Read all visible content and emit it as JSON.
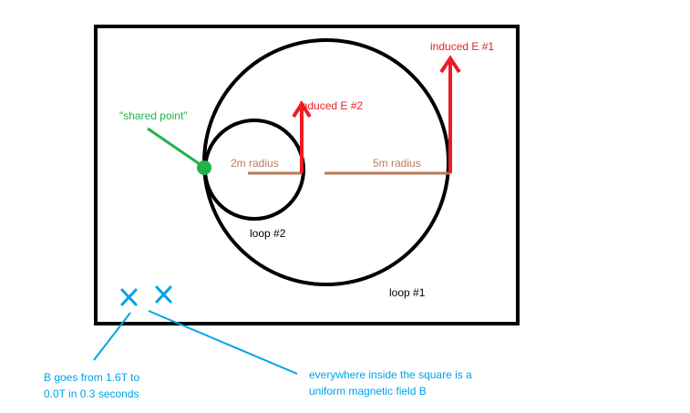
{
  "labels": {
    "induced_e1": "induced E #1",
    "induced_e2": "induced E #2",
    "shared_point": "\"shared point\"",
    "radius_2m": "2m radius",
    "radius_5m": "5m radius",
    "loop2": "loop #2",
    "loop1": "loop #1",
    "b_change_line1": "B goes from 1.6T to",
    "b_change_line2": "0.0T in 0.3 seconds",
    "field_note_line1": "everywhere inside the square is a",
    "field_note_line2": "uniform magnetic field B"
  },
  "colors": {
    "outline": "#000000",
    "arrow": "#ed1c24",
    "shared_point": "#22b14c",
    "radius_line": "#b97a57",
    "field_marker": "#00a2e8"
  },
  "icons": {
    "field_marker": "x-mark"
  }
}
